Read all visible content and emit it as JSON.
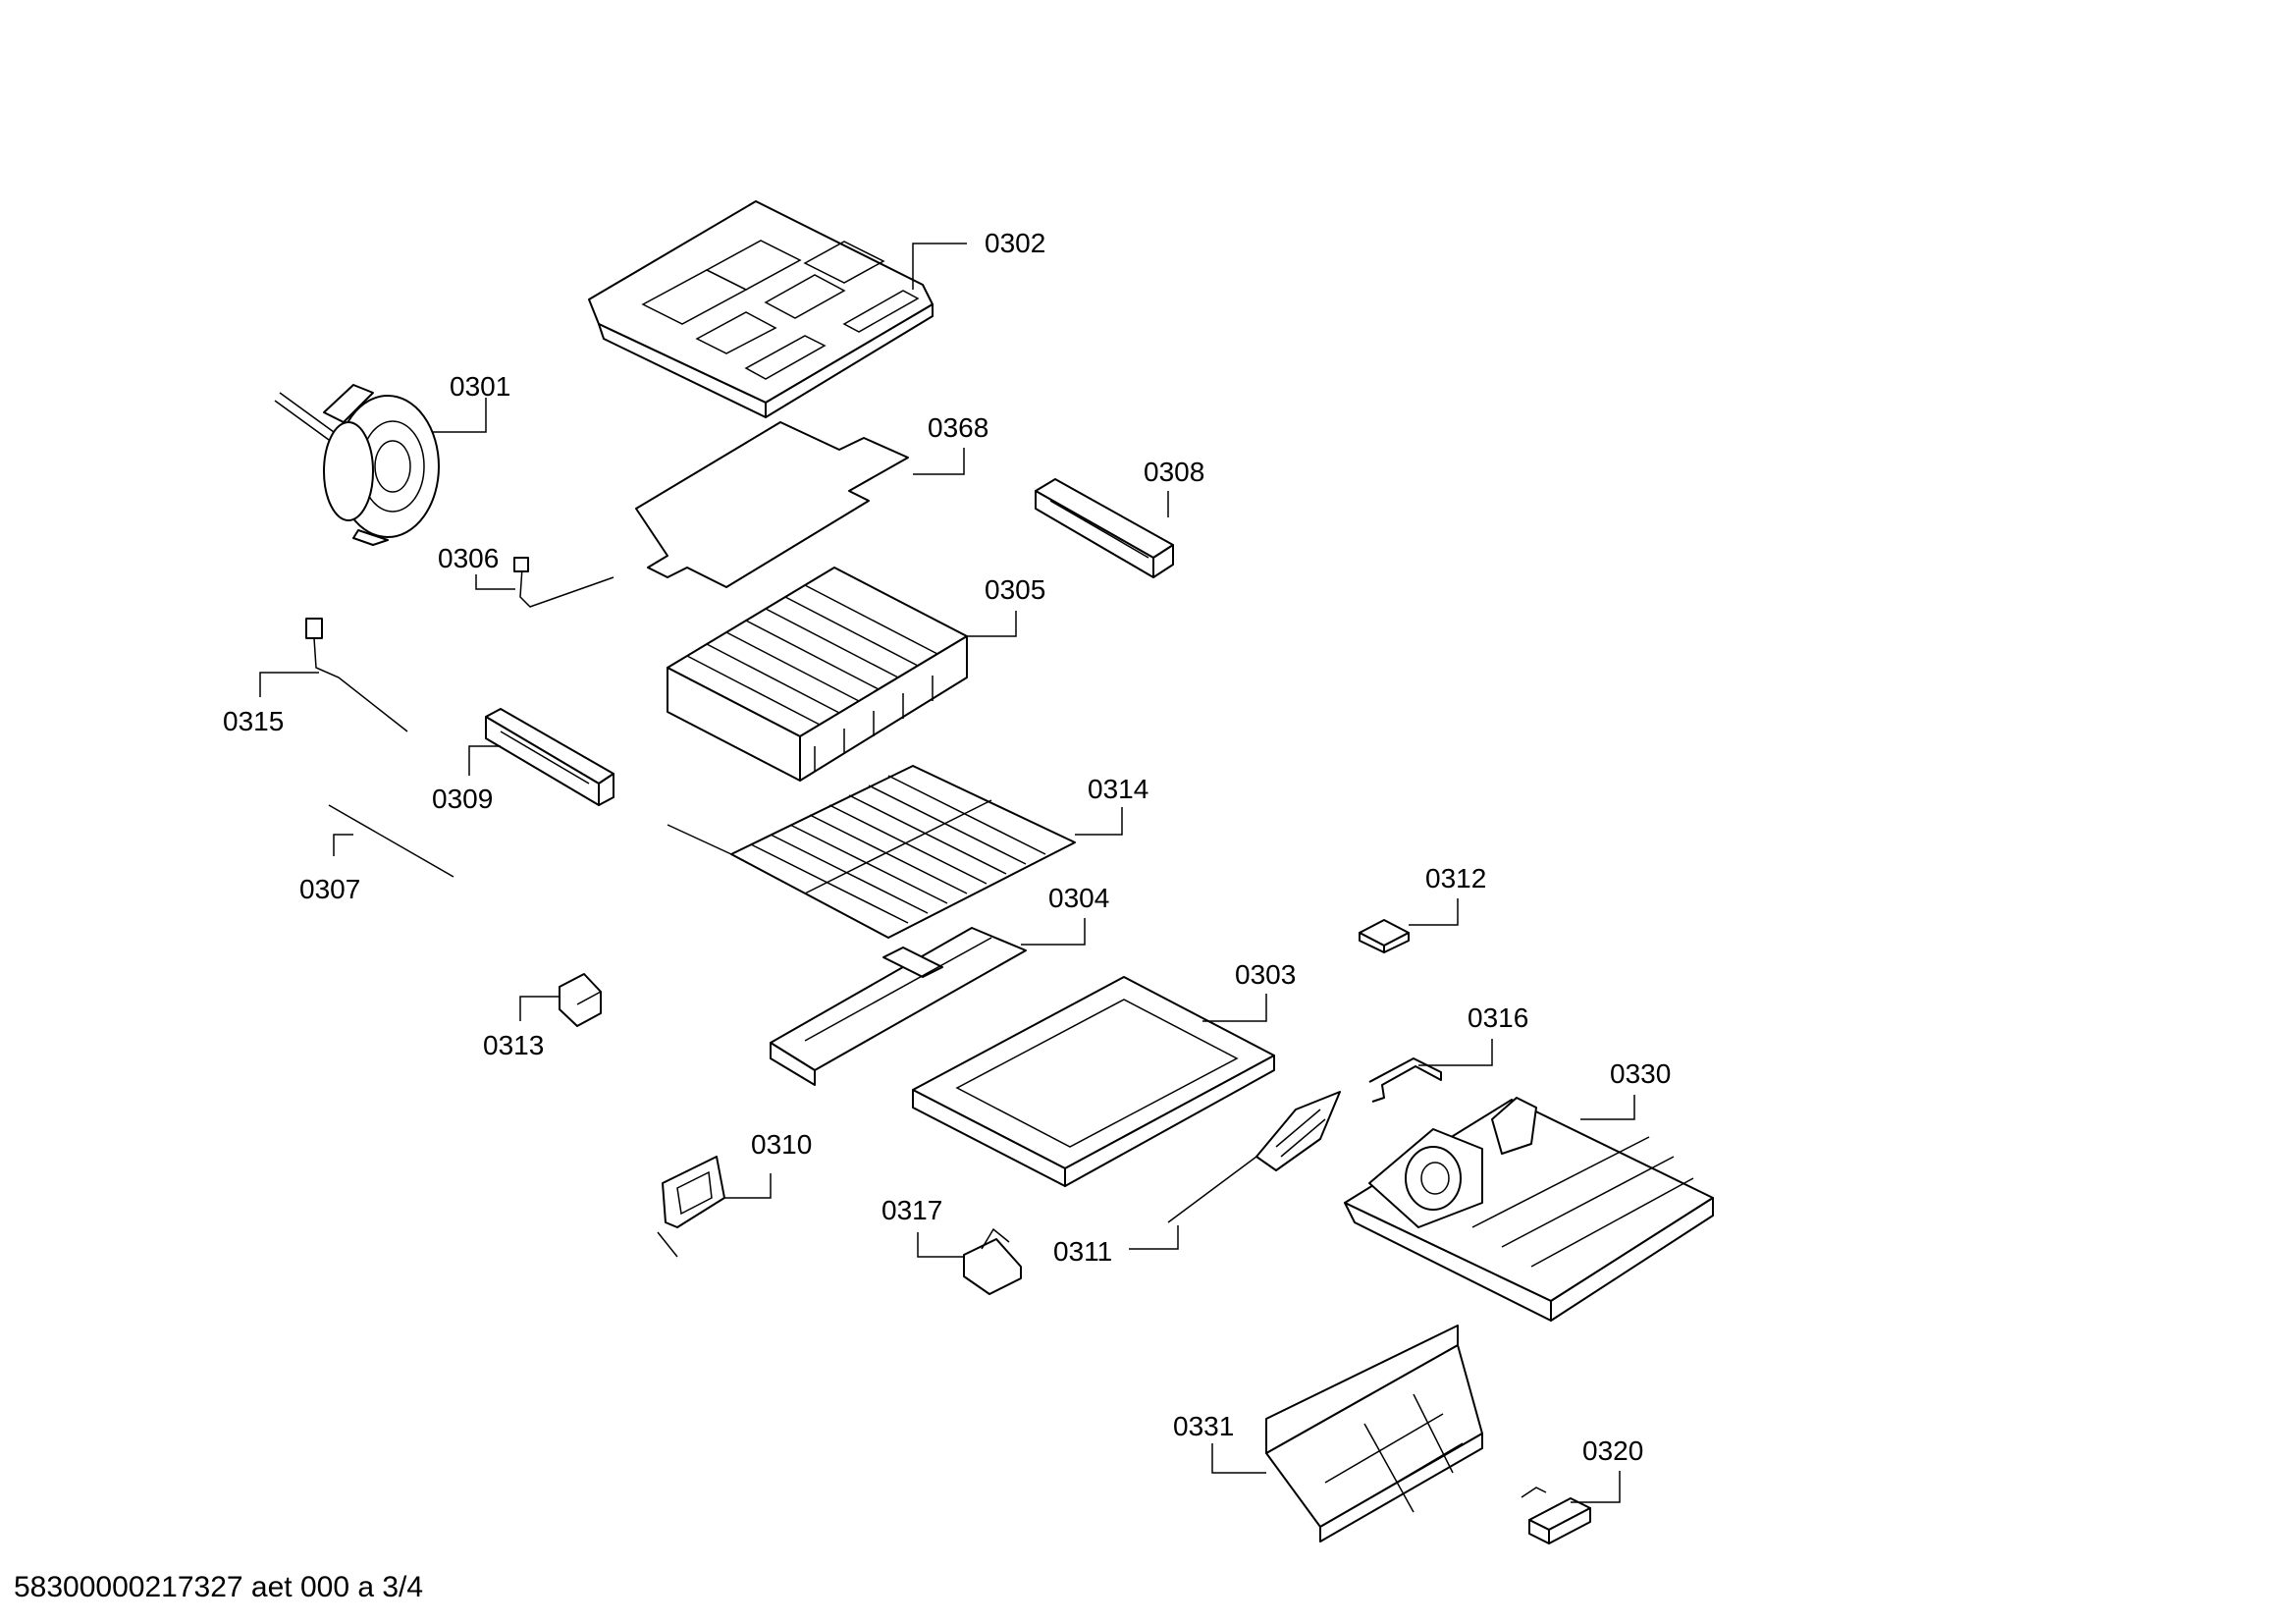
{
  "footer": {
    "text": "58300000217327 aet 000 a 3/4"
  },
  "labels": {
    "p0302": "0302",
    "p0301": "0301",
    "p0368": "0368",
    "p0308": "0308",
    "p0306": "0306",
    "p0305": "0305",
    "p0315": "0315",
    "p0309": "0309",
    "p0314": "0314",
    "p0307": "0307",
    "p0312": "0312",
    "p0304": "0304",
    "p0303": "0303",
    "p0313": "0313",
    "p0316": "0316",
    "p0330": "0330",
    "p0310": "0310",
    "p0317": "0317",
    "p0311": "0311",
    "p0331": "0331",
    "p0320": "0320"
  }
}
